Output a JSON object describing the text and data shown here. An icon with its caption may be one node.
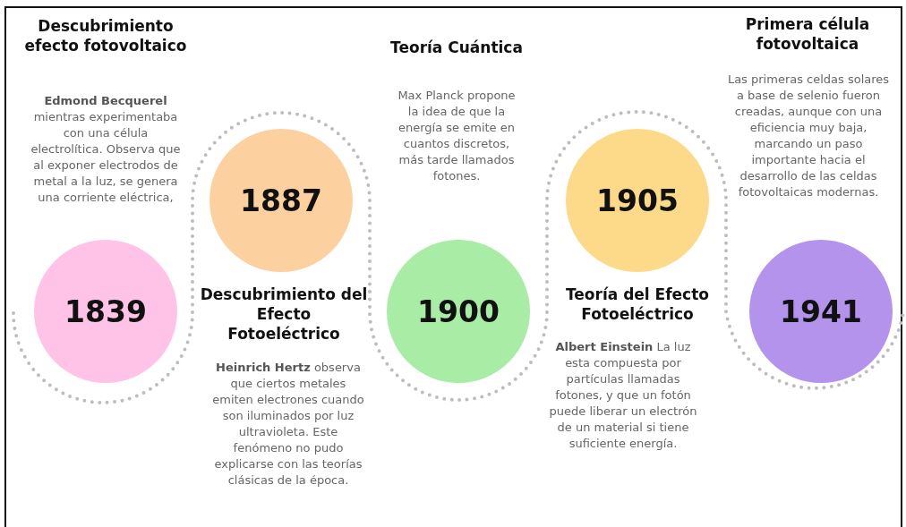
{
  "diagram": {
    "nodes": [
      {
        "text": [
          "1839"
        ],
        "beside": [
          "Descubrimiento efecto fotovoltaico",
          "**Edmond Becquerel** mientras experimentaba con una célula electrolítica. Observa que al exponer electrodos de metal a la luz, se genera una corriente eléctrica,"
        ]
      },
      {
        "text": [
          "1887"
        ],
        "beside": [
          "Descubrimiento del Efecto Fotoeléctrico",
          "**Heinrich Hertz** observa que ciertos metales emiten electrones cuando son iluminados por luz ultravioleta. Este fenómeno no pudo explicarse con las teorías clásicas de la época."
        ]
      },
      {
        "text": [
          "1900"
        ],
        "beside": [
          "Teoría Cuántica",
          "Max Planck propone la idea de que la energía se emite en cuantos discretos, más tarde llamados fotones."
        ]
      },
      {
        "text": [
          "1905"
        ],
        "beside": [
          "Teoría del Efecto Fotoeléctrico",
          "**Albert Einstein** La luz esta compuesta por partículas llamadas fotones, y que un fotón puede liberar un electrón de un material si tiene suficiente energía."
        ]
      },
      {
        "text": [
          "1941"
        ],
        "beside": [
          "Primera célula fotovoltaica",
          "Las primeras celdas solares a base de selenio fueron creadas, aunque con una eficiencia muy baja, marcando un paso importante hacia el desarrollo de las celdas fotovoltaicas modernas."
        ]
      }
    ]
  }
}
